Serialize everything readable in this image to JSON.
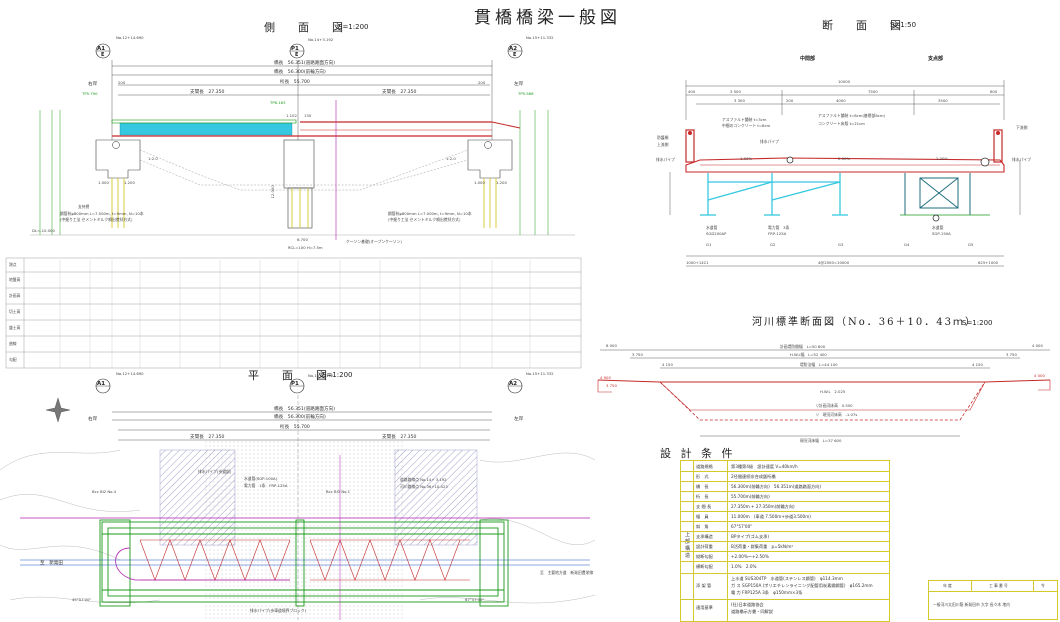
{
  "drawing": {
    "main_title": "貫橋橋梁一般図",
    "side_view": {
      "title": "側　面　図",
      "scale": "S=1:200"
    },
    "cross_section": {
      "title": "断　面　図",
      "scale": "S=1:50",
      "mid_label": "中間部",
      "support_label": "支点部"
    },
    "river_section": {
      "title": "河川標準断面図（No．36＋10．43ｍ）",
      "scale": "S=1:200"
    },
    "plan_view": {
      "title": "平　面　図",
      "scale": "S=1:200"
    },
    "design_conditions": {
      "title": "設 計 条 件"
    }
  },
  "side_view_labels": {
    "a1": "A1",
    "a2": "A2",
    "p1": "P1",
    "e": "E",
    "a1_station": "No.12+14.690",
    "p1_station": "No.14+3.192",
    "a2_station": "No.15+11.332",
    "bridge_length": "橋長　56.351(道路路面方向)",
    "bridge_length2": "橋長　56.300(前輪方向)",
    "girder_length": "桁長　55.700",
    "span_left": "支間長　27.350",
    "span_right": "支間長　27.350",
    "dim_200_l": "200",
    "dim_200_r": "200",
    "left_bank": "右岸",
    "right_bank": "左岸",
    "tpl_left": "TP5.790",
    "tpl_right": "TP5.586",
    "tpl_mid": "TP6.163",
    "dim_1102": "1.102",
    "dim_130": "130",
    "dim_1000": "1.000",
    "dim_1200": "1.200",
    "dim_6700": "6.700",
    "dim_12000": "12.000",
    "pile_left": "鋼管杭φ800mm L=7.500m, t=9mm, N=10本",
    "pile_left2": "(中掘り工法 セメントミルク噴出撹拌方式)",
    "pile_right": "鋼管杭φ800mm L=7.000m, t=9mm, N=10本",
    "pile_right2": "(中掘り工法 セメントミルク噴出撹拌方式)",
    "caisson": "ケーソン基礎(オープンケーソン)",
    "caisson_dim": "RCL=100   H=7.5m",
    "support_layer": "支持層",
    "dl": "DL=-10.000",
    "slope_l": "1:2.0",
    "slope_r": "1:2.0"
  },
  "plan_view_labels": {
    "a1": "A1",
    "a2": "A2",
    "p1": "P1",
    "a1_station": "No.12+14.690",
    "p1_station": "No.14+3.192",
    "a2_station": "No.15+11.332",
    "bridge_length": "橋長　56.351(道路路面方向)",
    "bridge_length2": "橋長　56.300(前輪方向)",
    "girder_length": "桁長　55.700",
    "span_left": "支間長　27.350",
    "span_right": "支間長　27.350",
    "left_bank": "右岸",
    "right_bank": "左岸",
    "drain_pipe": "排水パイプ(歩道部)",
    "water_pipe": "水道管(SGP-100A)",
    "elec_pipe": "電力管　1条　FRP-125A",
    "road_center": "道路路線点 No.14+ 3.192",
    "river_center": "河川路線点 No.36+10.423",
    "bcc_left": "Bcc BI2 No.4",
    "bcc_right": "Bcc BI3 No.1",
    "to_left": "至　新発田",
    "to_right": "至　主要地方道　新発田豊栄線",
    "skew_left": "45°57'00\"",
    "skew_right": "67°57'00\"",
    "drain_block": "排水パイプ(歩車道境界ブロック)"
  },
  "cross_section_labels": {
    "total_width": "10000",
    "dim_400": "400",
    "dim_3500": "3 500",
    "dim_7500": "7500",
    "dim_600": "600",
    "dim_3300": "3 300",
    "dim_200": "200",
    "dim_4000": "4000",
    "dim_3500b": "3500",
    "asphalt_1": "アスファルト舗装 t=3cm",
    "mid_concrete": "中間のコンクリート t=8cm",
    "asphalt_2": "アスファルト舗装 t=8cm(基層部8cm)",
    "concrete_2": "コンクリート床版 t=21cm",
    "guard_fence": "防護柵",
    "upper_side": "上流側",
    "lower_side": "下流側",
    "drain_pipe": "排水パイプ",
    "drain_pipe2": "排水パイプ",
    "slope_1": "1.00%",
    "slope_2": "2.00%",
    "slope_3": "2.00%",
    "water_pipe": "水道管",
    "water_pipe_spec": "SGD200AP",
    "elec_pipe": "電力管　3条",
    "elec_spec": "FRP-125A",
    "water_pipe_r": "水道管",
    "water_pipe_r_spec": "SGP-150A",
    "g1": "G1",
    "g2": "G2",
    "g3": "G3",
    "g4": "G4",
    "g5": "G5",
    "bottom_left": "1000+1421",
    "bottom_mid": "4@2500=10000",
    "bottom_right": "625+1000"
  },
  "river_section_labels": {
    "plan_width": "計画堤防間幅　L=50 800",
    "hwl_width": "H.W.L幅　L=52 400",
    "plan_bank": "堤防法幅　L=44 100",
    "hwl": "H.W.L　2.025",
    "plan_bed": "▽計画河床高　0.550",
    "current_bed": "▽　現況河床高　-1.07s",
    "current_bank": "現況河床幅　L=37 600",
    "dim_6000_l": "6 000",
    "dim_4000_r": "4 000",
    "dim_3750_l": "3 750",
    "dim_3750_r": "3 750",
    "dim_4150_l": "4 150",
    "dim_4150_r": "4 150",
    "dim_4900": "4 900",
    "dim_4000b": "4 000",
    "dim_3750b": "3 750"
  },
  "conditions": {
    "side_label": "上部構造",
    "rows": [
      {
        "key": "道路規格",
        "value": "第3種第4級　設計速度 V=40km/h"
      },
      {
        "key": "形　式",
        "value": "2径間連続非合成鈑桁橋"
      },
      {
        "key": "橋　長",
        "value": "56.300m(前輪方向)　56.351m(道路路面方向)"
      },
      {
        "key": "桁　長",
        "value": "55.700m(前輪方向)"
      },
      {
        "key": "支 間 長",
        "value": "27.350m + 27.350m(前輪方向)"
      },
      {
        "key": "幅　員",
        "value": "11.000m　(車道 7.500m+歩道3.500m)"
      },
      {
        "key": "斜　角",
        "value": "67°57'00\""
      },
      {
        "key": "支承構造",
        "value": "BPタイプ(ゴム支承)"
      },
      {
        "key": "設計荷重",
        "value": "B活荷重・群集荷重　p=5kN/m²"
      },
      {
        "key": "縦断勾配",
        "value": "+2.00%～+2.50%"
      },
      {
        "key": "横断勾配",
        "value": "1.0%　2.0%"
      },
      {
        "key": "添 架 管",
        "value": "上水道 SUS304TP　水道管(ステンレス鋼管)　φ114.3mm"
      },
      {
        "key": "",
        "value": "ガ ス SGP150A (ポリエチレンライニング配管用炭素鋼鋼管)　φ165.2mm"
      },
      {
        "key": "",
        "value": "電 力 FRP125A 3条　φ150mm×3条"
      },
      {
        "key": "適用基準",
        "value": "(社)日本道路協会"
      },
      {
        "key": "",
        "value": "道路橋示方書・同解説"
      }
    ]
  },
  "title_block": {
    "col1": "年 度",
    "col2": "工 事 番 号",
    "col3": "令",
    "body": "一級河川太田川筋 新発田市 大字 長々木 地内"
  },
  "bridge_profile_table": {
    "row_labels": [
      "測点",
      "地盤高",
      "計画高",
      "切土高",
      "盛土高",
      "曲線",
      "勾配"
    ]
  },
  "colors": {
    "deck_cyan": "#35c8e0",
    "girder_red": "#c62828",
    "pile_yellow": "#d8c92b",
    "green": "#1a9a1a",
    "blue": "#1f54c8",
    "magenta": "#b01fb0",
    "grey_line": "#999999",
    "hatch": "#8b8bbf"
  },
  "icons": [
    "north-arrow-icon",
    "station-marker-icon"
  ]
}
